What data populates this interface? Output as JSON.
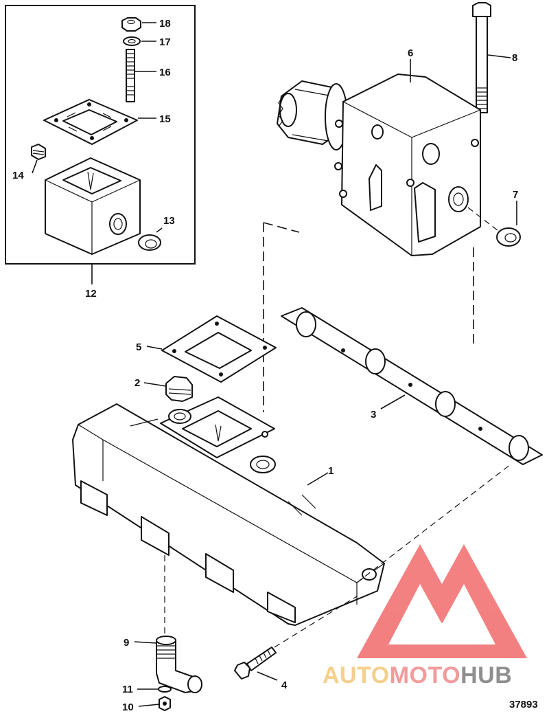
{
  "callouts": {
    "c1": "1",
    "c2": "2",
    "c3": "3",
    "c4": "4",
    "c5": "5",
    "c6": "6",
    "c7": "7",
    "c8": "8",
    "c9": "9",
    "c10": "10",
    "c11": "11",
    "c12": "12",
    "c13": "13",
    "c14": "14",
    "c15": "15",
    "c16": "16",
    "c17": "17",
    "c18": "18"
  },
  "figure_number": "37893",
  "watermark": {
    "word_part1": "AUTO",
    "word_part2": "MOTO",
    "word_part3": "HUB",
    "colors": {
      "part1": "#f5c77a",
      "part2": "#f08a8a",
      "part3": "#7c7c7c",
      "logo": "#f26b6b"
    }
  }
}
